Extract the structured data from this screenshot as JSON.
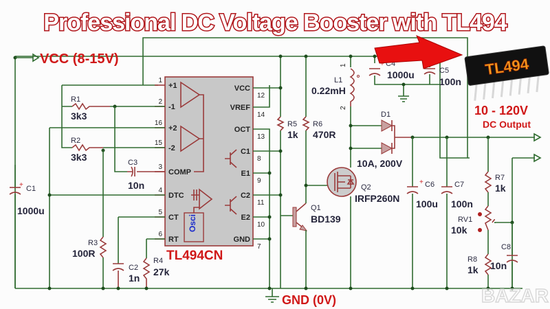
{
  "title": "Professional DC Voltage Booster with TL494",
  "labels": {
    "vcc": "VCC (8-15V)",
    "gnd": "GND (0V)",
    "output_range": "10 - 120V",
    "output_desc": "DC Output",
    "chip_marking": "TL494"
  },
  "ic": {
    "part": "TL494CN",
    "osc_label": "Osci",
    "left_pins": [
      {
        "num": "1",
        "name": "+1"
      },
      {
        "num": "2",
        "name": "-1"
      },
      {
        "num": "16",
        "name": "+2"
      },
      {
        "num": "15",
        "name": "-2"
      },
      {
        "num": "3",
        "name": "COMP"
      },
      {
        "num": "4",
        "name": "DTC"
      },
      {
        "num": "5",
        "name": "CT"
      },
      {
        "num": "6",
        "name": "RT"
      }
    ],
    "right_pins": [
      {
        "num": "12",
        "name": "VCC"
      },
      {
        "num": "14",
        "name": "VREF"
      },
      {
        "num": "13",
        "name": "OCT"
      },
      {
        "num": "8",
        "name": "C1"
      },
      {
        "num": "9",
        "name": "E1"
      },
      {
        "num": "11",
        "name": "C2"
      },
      {
        "num": "10",
        "name": "E2"
      },
      {
        "num": "7",
        "name": "GND"
      }
    ]
  },
  "components": {
    "R1": {
      "ref": "R1",
      "value": "3k3"
    },
    "R2": {
      "ref": "R2",
      "value": "3k3"
    },
    "R3": {
      "ref": "R3",
      "value": "100R"
    },
    "R4": {
      "ref": "R4",
      "value": "27k"
    },
    "R5": {
      "ref": "R5",
      "value": "1k"
    },
    "R6": {
      "ref": "R6",
      "value": "470R"
    },
    "R7": {
      "ref": "R7",
      "value": "1k"
    },
    "R8": {
      "ref": "R8",
      "value": "1k"
    },
    "RV1": {
      "ref": "RV1",
      "value": "10k"
    },
    "C1": {
      "ref": "C1",
      "value": "1000u"
    },
    "C2": {
      "ref": "C2",
      "value": "1n"
    },
    "C3": {
      "ref": "C3",
      "value": "10n"
    },
    "C4": {
      "ref": "C4",
      "value": "1000u"
    },
    "C5": {
      "ref": "C5",
      "value": "100n"
    },
    "C6": {
      "ref": "C6",
      "value": "100u"
    },
    "C7": {
      "ref": "C7",
      "value": "100n"
    },
    "C8": {
      "ref": "C8",
      "value": "10n"
    },
    "L1": {
      "ref": "L1",
      "value": "0.22mH",
      "pin1": "1",
      "pin2": "2"
    },
    "D1": {
      "ref": "D1",
      "value": "10A, 200V"
    },
    "Q1": {
      "ref": "Q1",
      "value": "BD139"
    },
    "Q2": {
      "ref": "Q2",
      "value": "IRFP260N"
    }
  },
  "watermark": "BAZAR"
}
